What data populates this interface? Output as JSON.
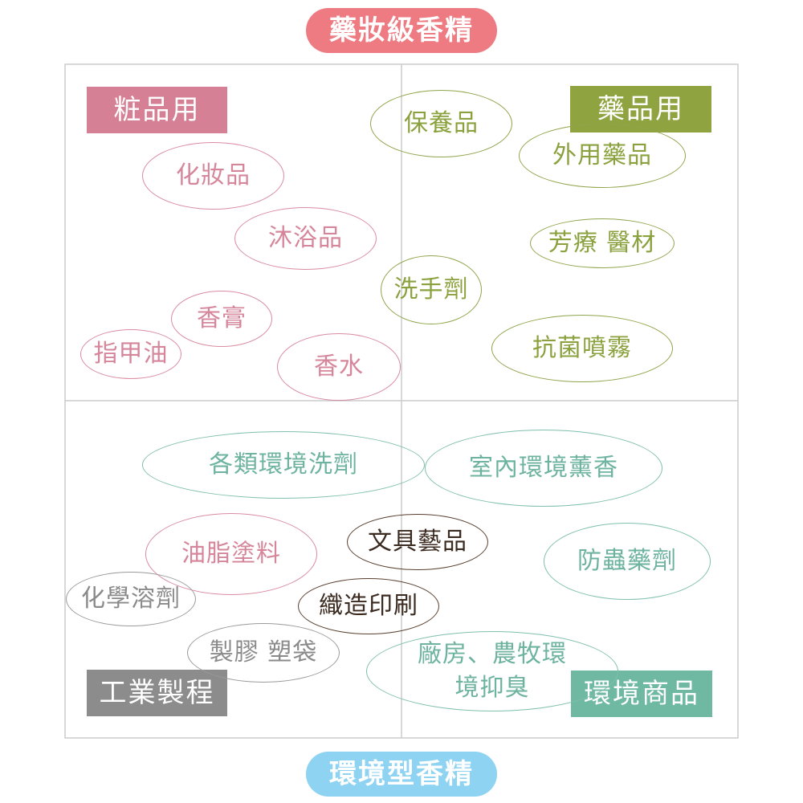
{
  "axis": {
    "top_label": "藥妝級香精",
    "bottom_label": "環境型香精"
  },
  "quadrants": {
    "top_left": "粧品用",
    "top_right": "藥品用",
    "bottom_left": "工業製程",
    "bottom_right": "環境商品"
  },
  "colors": {
    "top_pill": "#ee7a82",
    "bottom_pill": "#8fd3f2",
    "cosmetic": "#d58095",
    "pharma": "#8fa440",
    "industrial": "#8c8c8c",
    "environment": "#6fb8a2",
    "frame": "#cccccc"
  },
  "bubbles": {
    "cosmetics": "化妝品",
    "bath": "沐浴品",
    "balm": "香膏",
    "nail": "指甲油",
    "perfume": "香水",
    "skincare": "保養品",
    "handwash": "洗手劑",
    "external": "外用藥品",
    "aroma": "芳療 醫材",
    "spray": "抗菌噴霧",
    "cleaners": "各類環境洗劑",
    "indoor": "室內環境薰香",
    "stationery": "文具藝品",
    "paint": "油脂塗料",
    "insect": "防蟲藥劑",
    "solvent": "化學溶劑",
    "textile": "織造印刷",
    "plastic": "製膠 塑袋",
    "odor": "廠房、農牧環境抑臭"
  }
}
